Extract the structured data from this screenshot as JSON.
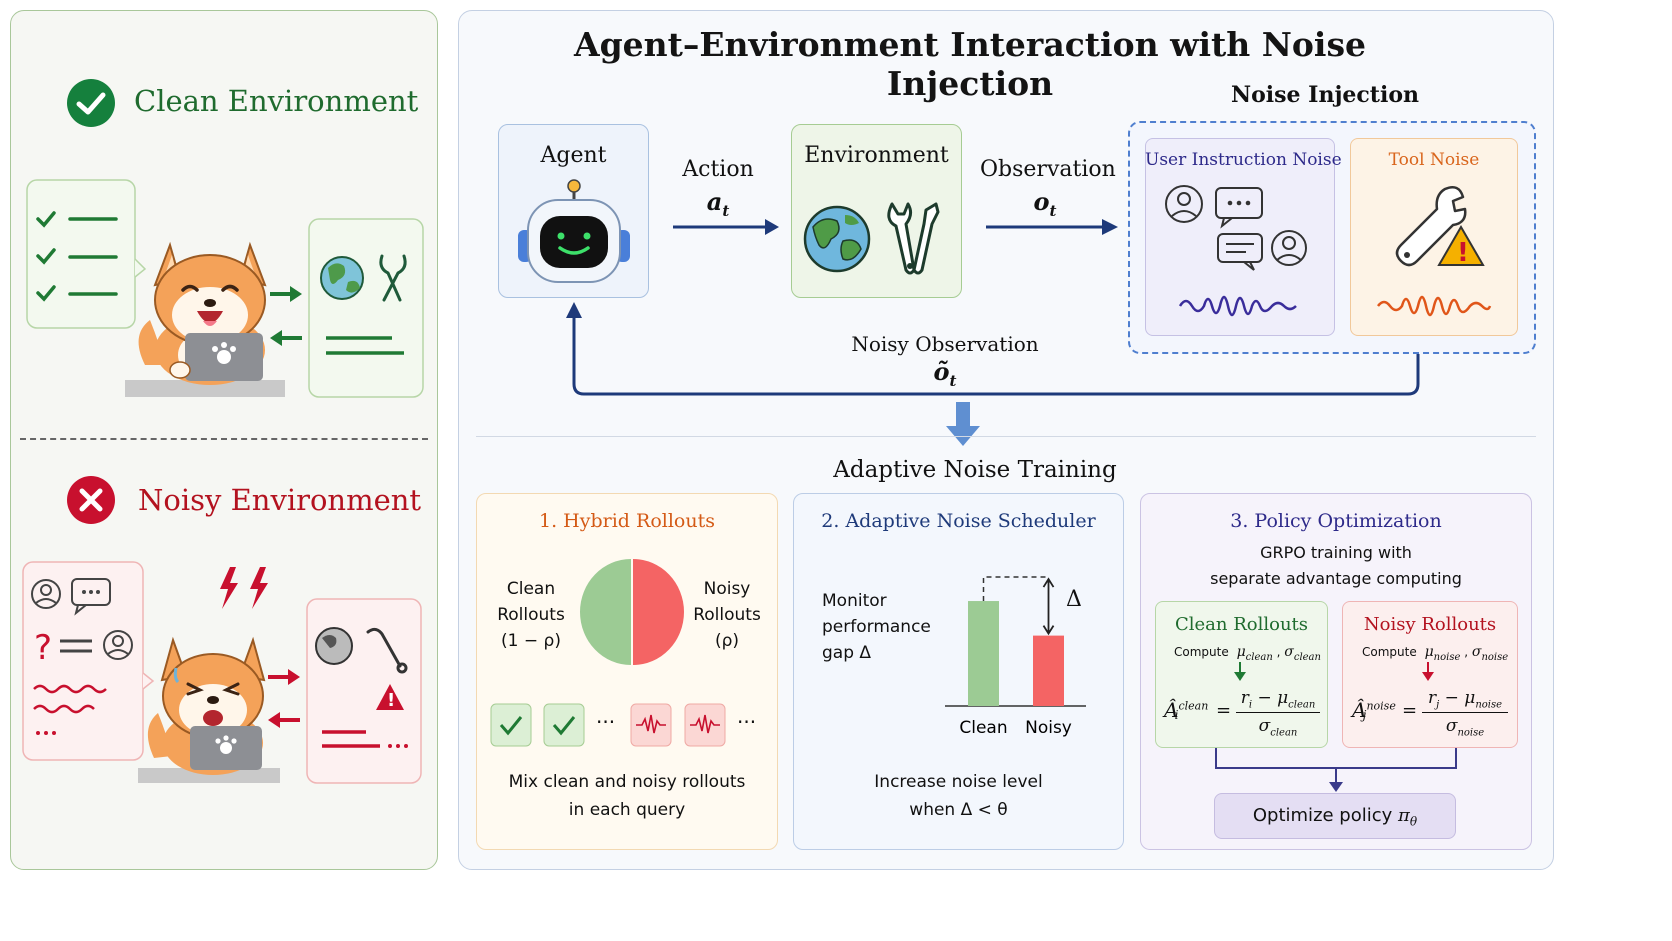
{
  "left": {
    "clean_title": "Clean Environment",
    "noisy_title": "Noisy Environment"
  },
  "main": {
    "title": "Agent–Environment Interaction with Noise Injection",
    "agent_label": "Agent",
    "environment_label": "Environment",
    "action_label": "Action",
    "action_symbol": "a",
    "action_sub": "t",
    "observation_label": "Observation",
    "observation_symbol": "o",
    "observation_sub": "t",
    "noise_injection_label": "Noise Injection",
    "user_noise_label": "User Instruction Noise",
    "tool_noise_label": "Tool Noise",
    "noisy_obs_label": "Noisy Observation",
    "noisy_obs_symbol": "õ",
    "noisy_obs_sub": "t",
    "training_title": "Adaptive Noise Training"
  },
  "hybrid": {
    "title": "1. Hybrid Rollouts",
    "clean_l1": "Clean",
    "clean_l2": "Rollouts",
    "clean_l3": "(1 − ρ)",
    "noisy_l1": "Noisy",
    "noisy_l2": "Rollouts",
    "noisy_l3": "(ρ)",
    "ellipsis": "···",
    "caption_l1": "Mix clean and noisy rollouts",
    "caption_l2": "in each query"
  },
  "scheduler": {
    "title": "2. Adaptive Noise Scheduler",
    "monitor_l1": "Monitor",
    "monitor_l2": "performance",
    "monitor_l3": "gap Δ",
    "delta": "Δ",
    "caption_l1": "Increase noise level",
    "caption_l2": "when Δ < θ"
  },
  "chart_data": {
    "type": "bar",
    "categories": [
      "Clean",
      "Noisy"
    ],
    "values": [
      0.82,
      0.55
    ],
    "ylim": [
      0,
      1
    ],
    "colors": [
      "#9ccb94",
      "#f46464"
    ]
  },
  "policy": {
    "title": "3. Policy Optimization",
    "sub_l1": "GRPO training with",
    "sub_l2": "separate advantage computing",
    "clean_title": "Clean Rollouts",
    "noisy_title": "Noisy Rollouts",
    "compute": "Compute",
    "mu_clean": "μ",
    "clean_sub": "clean",
    "noise_sub": "noise",
    "sigma": "σ",
    "A_hat": "Â",
    "eq": "=",
    "r_i": "r",
    "i": "i",
    "j": "j",
    "minus": "−",
    "optimize": "Optimize policy",
    "pi": "π",
    "theta": "θ"
  },
  "colors": {
    "clean_green": "#1f7a34",
    "noisy_red": "#c8102e",
    "navy": "#1e3a7a",
    "orange": "#e06c1a"
  }
}
